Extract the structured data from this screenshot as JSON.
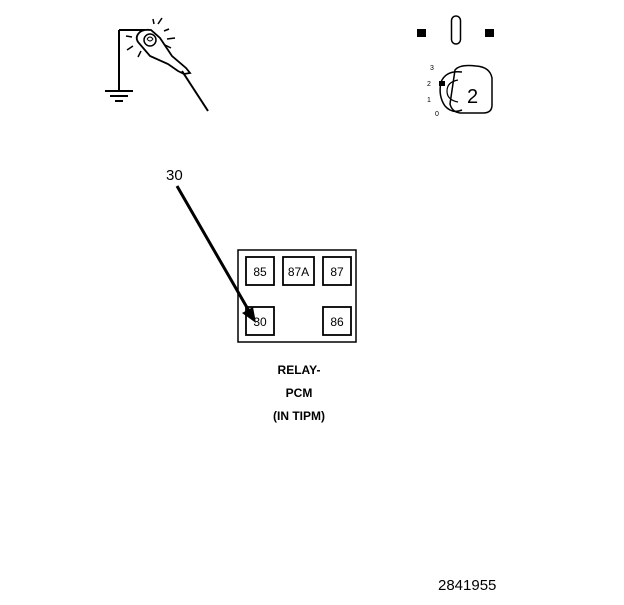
{
  "test_light": {
    "icon": "test-light-probe-icon",
    "ground_icon": "ground-symbol-icon"
  },
  "ignition": {
    "icon": "ignition-key-icon",
    "positions": [
      "3",
      "2",
      "1",
      "0"
    ],
    "key_position": "2"
  },
  "callout": {
    "label": "30",
    "target_pin": "30"
  },
  "relay": {
    "pins_top": [
      "85",
      "87A",
      "87"
    ],
    "pins_bottom": [
      "30",
      "86"
    ],
    "title_lines": [
      "RELAY-",
      "PCM",
      "(IN TIPM)"
    ]
  },
  "figure_id": "2841955"
}
